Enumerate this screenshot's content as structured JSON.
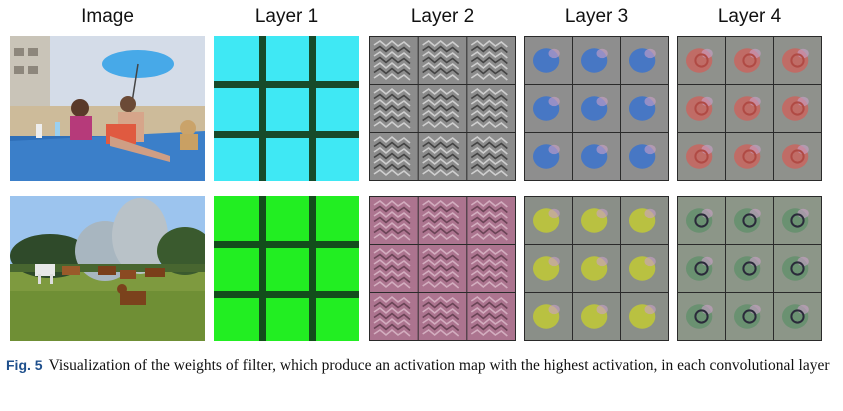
{
  "headers": {
    "image": "Image",
    "layer1": "Layer 1",
    "layer2": "Layer 2",
    "layer3": "Layer 3",
    "layer4": "Layer 4"
  },
  "rows": [
    {
      "image_alt": "beach scene with people under a blue umbrella",
      "layer1_color": "#3fe8f4",
      "layer1_grid": "#174a2a",
      "layer2_tone": "#8c8c8c",
      "layer3_accent": "#2f6fd6",
      "layer4_accent": "#d0605a"
    },
    {
      "image_alt": "grassland with horses and trees",
      "layer1_color": "#22ee22",
      "layer1_grid": "#134d1c",
      "layer2_tone": "#a08090",
      "layer3_accent": "#c8d22a",
      "layer4_accent": "#6b4b8a"
    }
  ],
  "caption": {
    "label": "Fig. 5",
    "text": "Visualization of the weights of filter, which produce an activation map with the highest activation, in each convolutional layer"
  }
}
